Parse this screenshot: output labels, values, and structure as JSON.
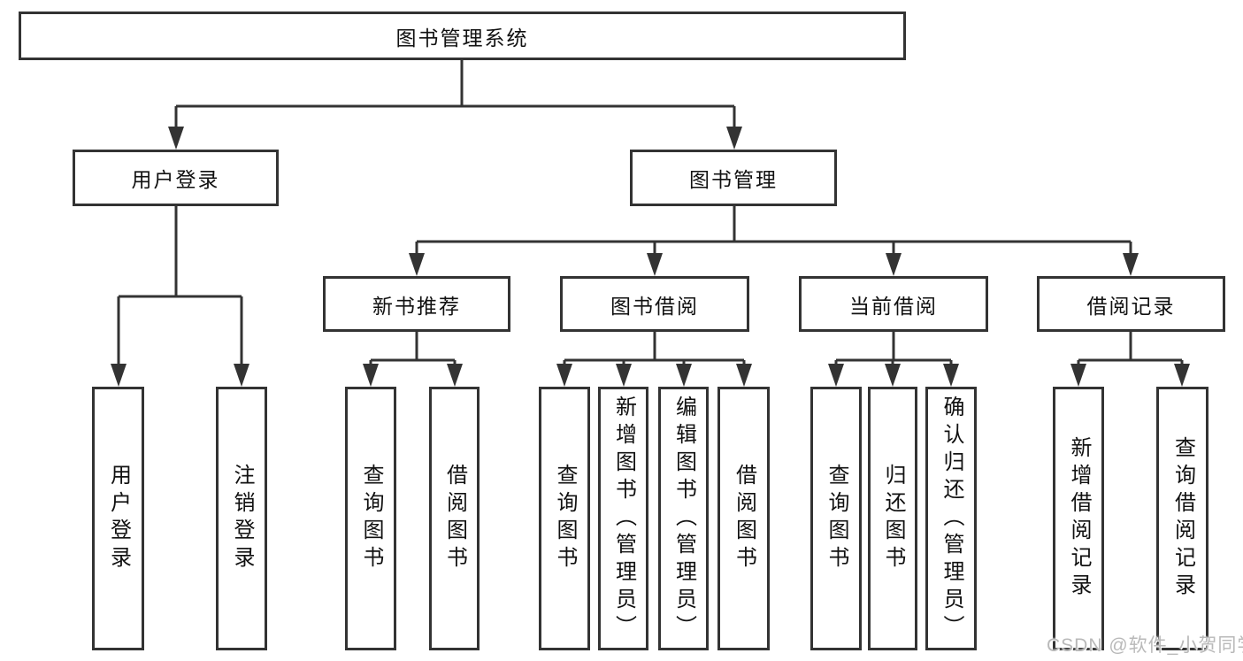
{
  "tree": {
    "label": "图书管理系统",
    "children": [
      {
        "label": "用户登录",
        "children": [
          {
            "label": "用户登录"
          },
          {
            "label": "注销登录"
          }
        ]
      },
      {
        "label": "图书管理",
        "children": [
          {
            "label": "新书推荐",
            "children": [
              {
                "label": "查询图书"
              },
              {
                "label": "借阅图书"
              }
            ]
          },
          {
            "label": "图书借阅",
            "children": [
              {
                "label": "查询图书"
              },
              {
                "label": "新增图书（管理员）"
              },
              {
                "label": "编辑图书（管理员）"
              },
              {
                "label": "借阅图书"
              }
            ]
          },
          {
            "label": "当前借阅",
            "children": [
              {
                "label": "查询图书"
              },
              {
                "label": "归还图书"
              },
              {
                "label": "确认归还（管理员）"
              }
            ]
          },
          {
            "label": "借阅记录",
            "children": [
              {
                "label": "新增借阅记录"
              },
              {
                "label": "查询借阅记录"
              }
            ]
          }
        ]
      }
    ]
  },
  "watermark": {
    "text": "CSDN @软件_小贺同学"
  },
  "colors": {
    "line": "#333333",
    "box_border": "#333333",
    "text": "#111111",
    "background": "#ffffff",
    "watermark": "#b9b9b9"
  }
}
